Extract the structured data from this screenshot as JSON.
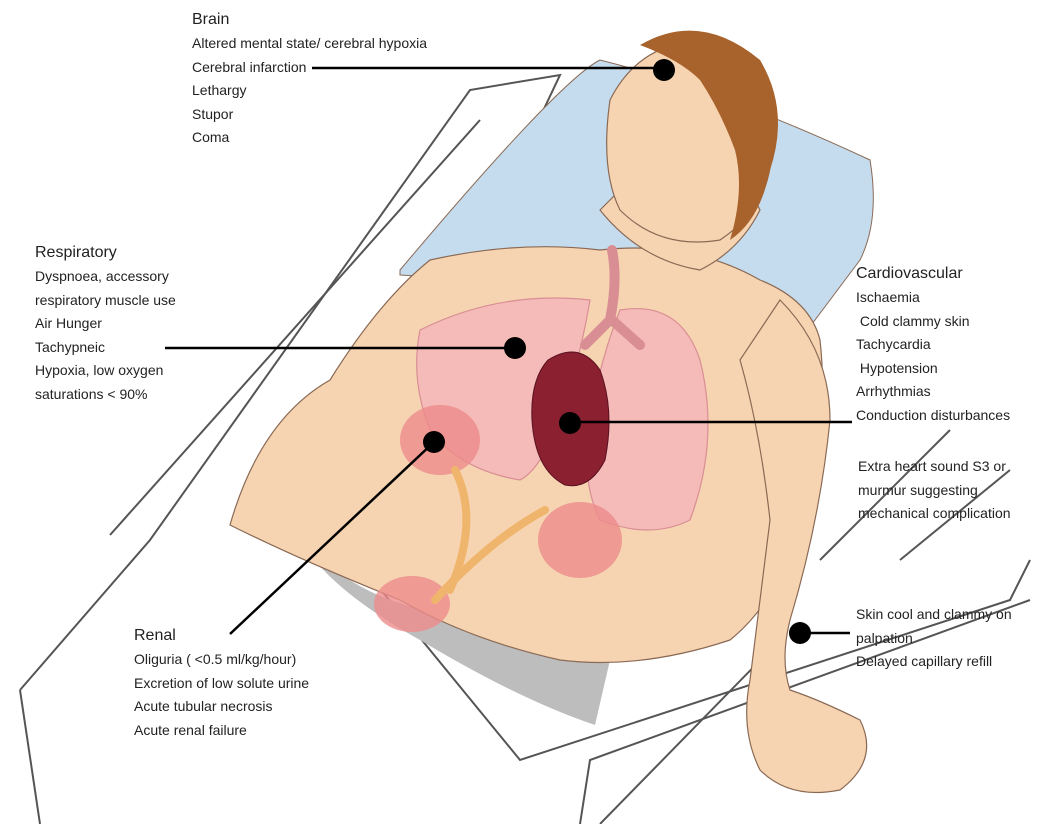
{
  "figure": {
    "colors": {
      "skin": "#f6d4b2",
      "skin_outline": "#8a6a55",
      "hair": "#a8622c",
      "pillow": "#c5dcee",
      "bed_outline": "#555555",
      "sheet_shadow": "#bdbdbd",
      "lung": "#f3b6b8",
      "lung_outline": "#d98e93",
      "kidney": "#ee8b8b",
      "ureter": "#f0b56c",
      "heart": "#8a2030",
      "marker": "#000000"
    }
  },
  "annotations": {
    "brain": {
      "heading": "Brain",
      "items": [
        "Altered mental state/ cerebral hypoxia",
        "Cerebral infarction",
        "Lethargy",
        "Stupor",
        "Coma"
      ]
    },
    "respiratory": {
      "heading": "Respiratory",
      "items": [
        "Dyspnoea, accessory",
        "respiratory muscle use",
        "Air Hunger",
        "Tachypneic",
        "Hypoxia, low oxygen",
        "saturations < 90%"
      ]
    },
    "cardiovascular": {
      "heading": "Cardiovascular",
      "items": [
        "Ischaemia",
        " Cold clammy skin",
        "Tachycardia",
        " Hypotension",
        "Arrhythmias",
        "Conduction disturbances"
      ]
    },
    "heart_sound": {
      "items": [
        "Extra heart sound S3 or",
        "murmur suggesting",
        "mechanical complication"
      ]
    },
    "skin": {
      "items": [
        "Skin cool and clammy on",
        "palpation",
        "Delayed capillary refill"
      ]
    },
    "renal": {
      "heading": "Renal",
      "items": [
        "Oliguria ( <0.5 ml/kg/hour)",
        "Excretion of low solute urine",
        "Acute tubular necrosis",
        "Acute renal failure"
      ]
    }
  }
}
